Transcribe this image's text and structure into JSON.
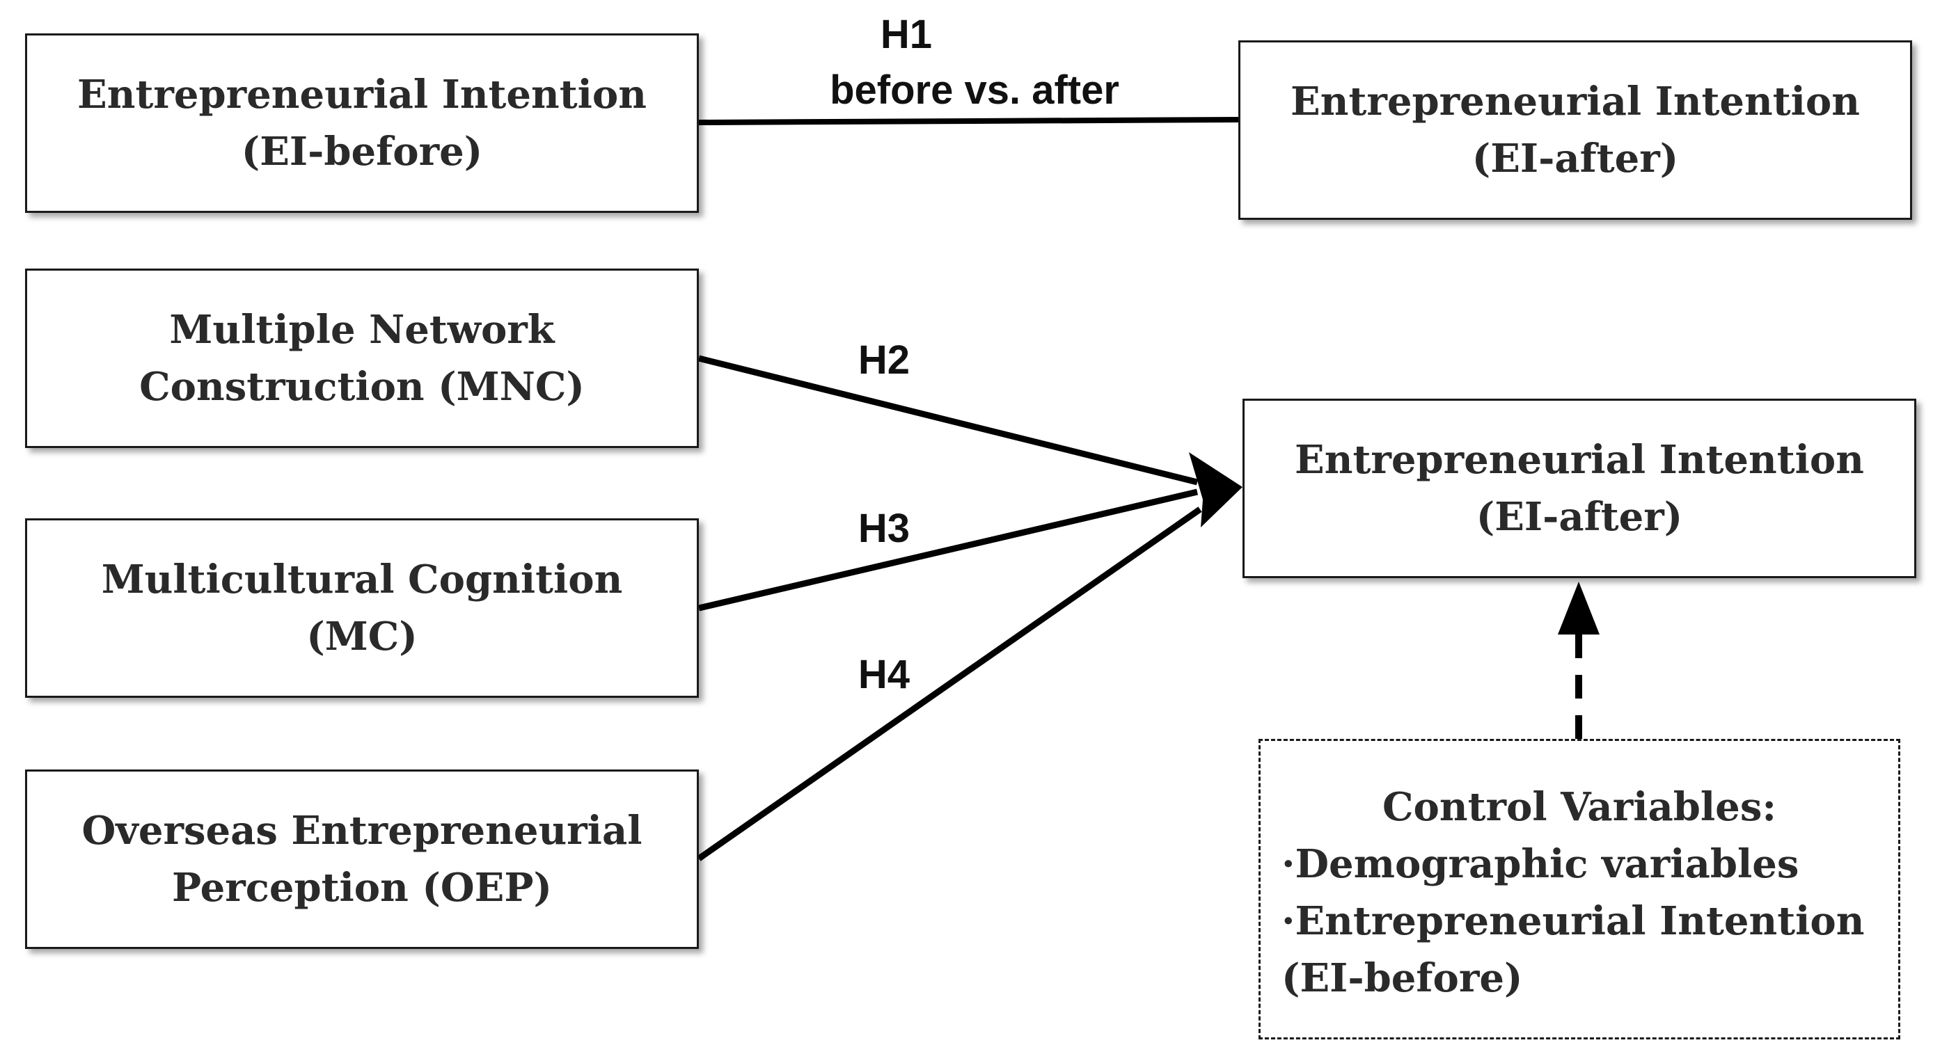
{
  "boxes": {
    "ei_before_top": {
      "line1": "Entrepreneurial Intention",
      "line2": "(EI-before)"
    },
    "ei_after_top": {
      "line1": "Entrepreneurial Intention",
      "line2": "(EI-after)"
    },
    "mnc": {
      "line1": "Multiple Network",
      "line2": "Construction (MNC)"
    },
    "mc": {
      "line1": "Multicultural Cognition",
      "line2": "(MC)"
    },
    "oep": {
      "line1": "Overseas Entrepreneurial",
      "line2": "Perception (OEP)"
    },
    "ei_after_main": {
      "line1": "Entrepreneurial Intention",
      "line2": "(EI-after)"
    }
  },
  "control": {
    "title": "Control Variables:",
    "items": [
      "·Demographic variables",
      "·Entrepreneurial Intention",
      "(EI-before)"
    ]
  },
  "hypotheses": {
    "h1": "H1",
    "h1_sub": "before vs. after",
    "h2": "H2",
    "h3": "H3",
    "h4": "H4"
  },
  "colors": {
    "line": "#000000",
    "box_border": "#1a1a1a",
    "text": "#2a2a2a"
  }
}
